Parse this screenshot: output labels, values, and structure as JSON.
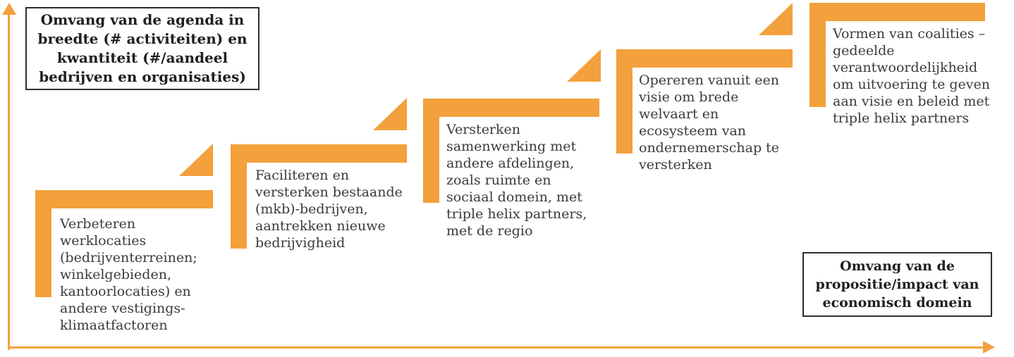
{
  "diagram": {
    "type": "staircase-growth-model",
    "language": "nl"
  },
  "colors": {
    "orange": "#F2A13C",
    "step_text": "#3B3B3B",
    "box_text": "#1F1F1F",
    "box_border": "#2E2E2E"
  },
  "y_axis_box": {
    "label": "Omvang van de agenda in breedte (# activiteiten) en kwantiteit (#/aandeel bedrijven en organisaties)"
  },
  "x_axis_box": {
    "label": "Omvang van de propositie/impact van economisch domein"
  },
  "steps": [
    {
      "label": "Verbeteren werklocaties (bedrijventerreinen; winkelgebieden, kantoorlocaties) en andere vestigings-klimaatfactoren"
    },
    {
      "label": "Faciliteren en versterken bestaande (mkb)-bedrijven, aantrekken nieuwe bedrijvigheid"
    },
    {
      "label": "Versterken samenwerking met andere afdelingen, zoals ruimte en sociaal domein, met triple helix partners, met de regio"
    },
    {
      "label": "Opereren vanuit een visie om brede welvaart en ecosysteem van ondernemerschap te versterken"
    },
    {
      "label": "Vormen van coalities – gedeelde verantwoordelijkheid om uitvoering te geven aan visie en beleid met triple helix partners"
    }
  ]
}
